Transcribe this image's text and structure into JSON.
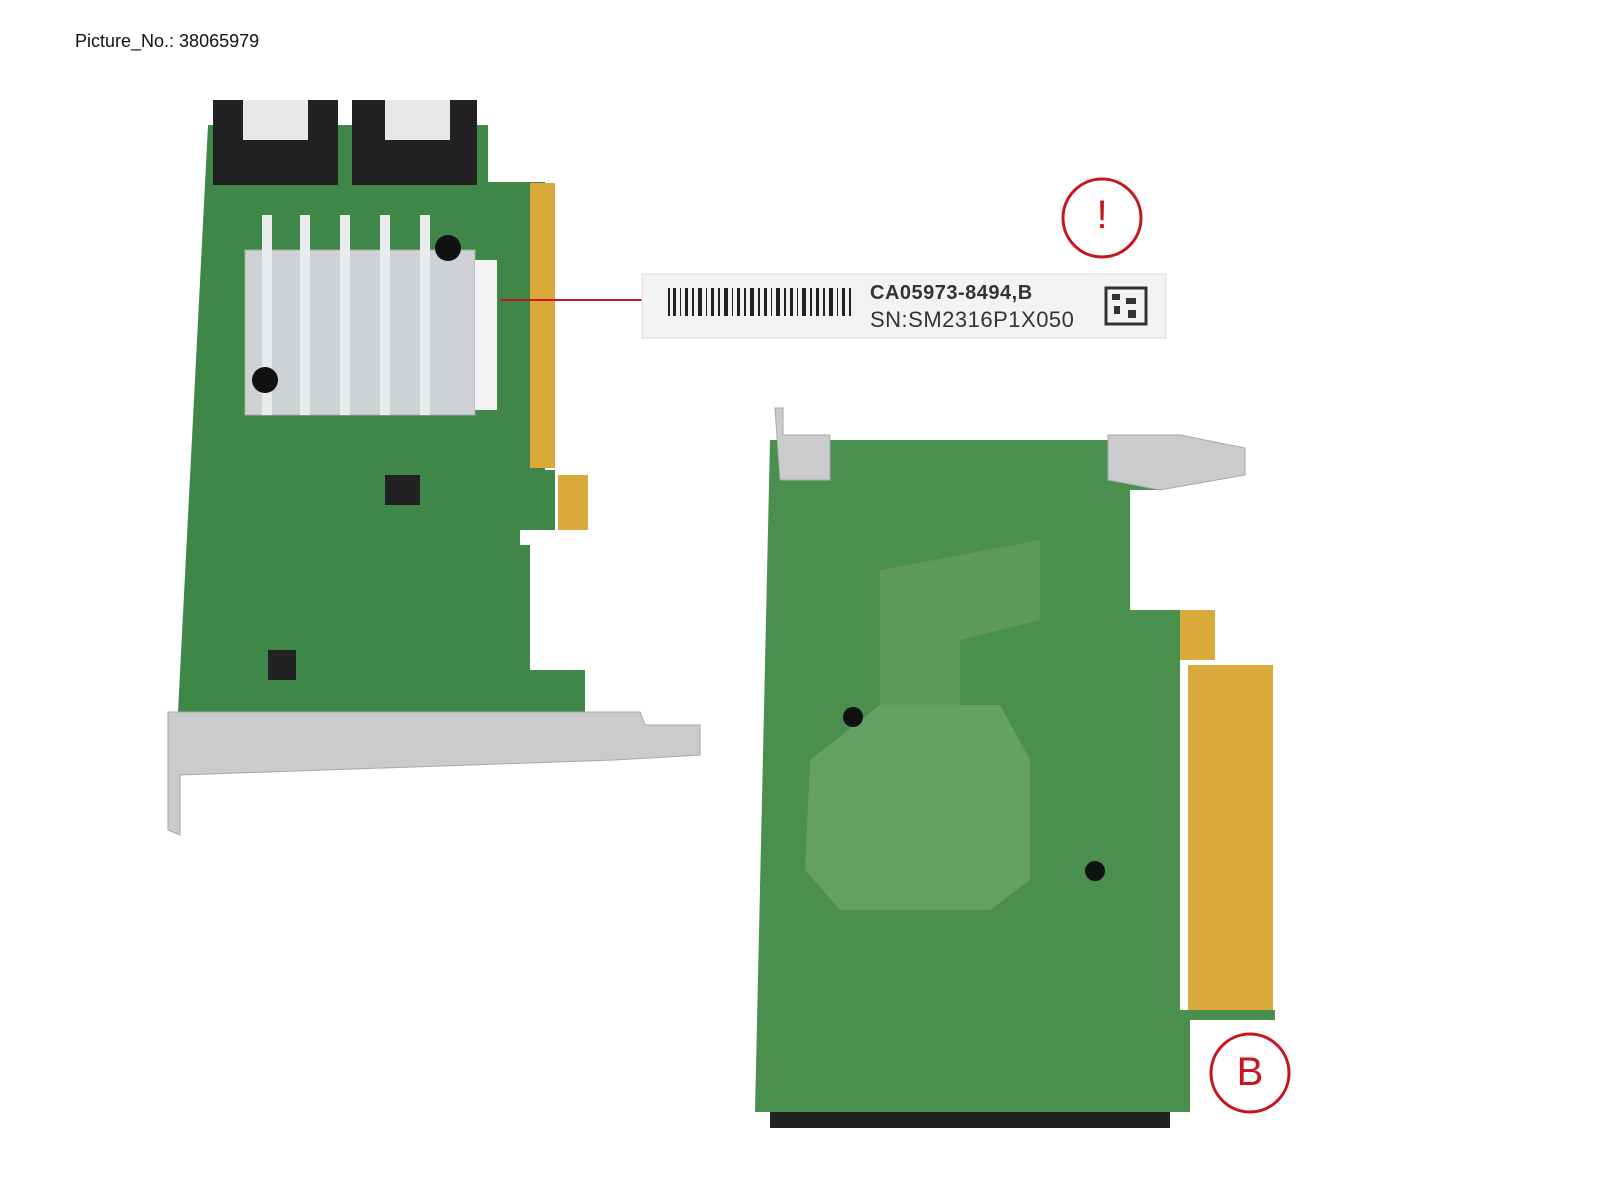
{
  "caption": "Picture_No.: 38065979",
  "label": {
    "part_number": "CA05973-8494,B",
    "serial_number": "SN:SM2316P1X050"
  },
  "callouts": {
    "warning_symbol": "!",
    "side_marker": "B"
  },
  "colors": {
    "pcb_green": "#3f8a4a",
    "gold_fingers": "#d9a93a",
    "callout_red": "#c8141c"
  }
}
